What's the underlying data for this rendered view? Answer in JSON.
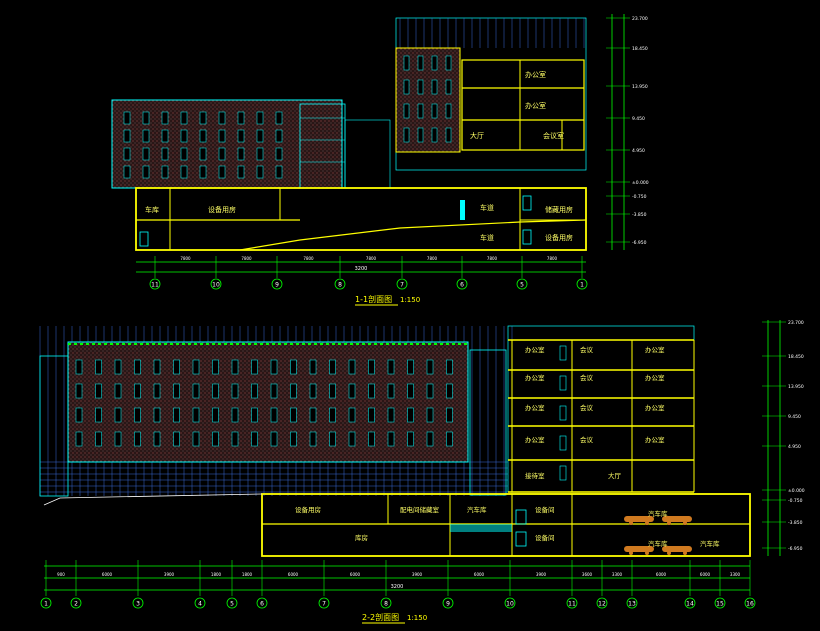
{
  "drawing": {
    "section_1": {
      "title": "1-1剖面图",
      "scale": "1:150",
      "total_dim": "3200",
      "axes": [
        "11",
        "10",
        "9",
        "8",
        "7",
        "6",
        "5",
        "1"
      ],
      "span_dims": [
        "7800",
        "7800",
        "7800",
        "7800",
        "7800",
        "7800",
        "7800"
      ],
      "room_labels": [
        "车库",
        "设备用房",
        "车道",
        "车道",
        "设备用房",
        "储藏用房",
        "办公室",
        "办公室",
        "大厅",
        "会议室"
      ],
      "elevations": [
        "23.700",
        "18.450",
        "13.950",
        "9.450",
        "4.950",
        "±0.000",
        "-0.750",
        "-3.850",
        "-6.950"
      ]
    },
    "section_2": {
      "title": "2-2剖面图",
      "scale": "1:150",
      "total_dim": "3200",
      "axes": [
        "1",
        "2",
        "3",
        "4",
        "5",
        "6",
        "7",
        "8",
        "9",
        "10",
        "11",
        "12",
        "13",
        "14",
        "15",
        "16"
      ],
      "span_dims": [
        "900",
        "6000",
        "3900",
        "1800",
        "1800",
        "6000",
        "6000",
        "3900",
        "6000",
        "3900",
        "3600",
        "3300",
        "6000",
        "6000",
        "3300"
      ],
      "room_labels": [
        "办公室",
        "会议",
        "办公室",
        "办公室",
        "会议",
        "办公室",
        "办公室",
        "会议",
        "办公室",
        "办公室",
        "会议",
        "办公室",
        "接待室",
        "大厅",
        "设备用房",
        "配电间储藏室",
        "汽车库",
        "设备间",
        "汽车库",
        "库房",
        "设备间",
        "汽车库",
        "汽车库"
      ],
      "elevations": [
        "23.700",
        "18.450",
        "13.950",
        "9.450",
        "4.950",
        "±0.000",
        "-0.750",
        "-3.850",
        "-6.950"
      ]
    }
  }
}
